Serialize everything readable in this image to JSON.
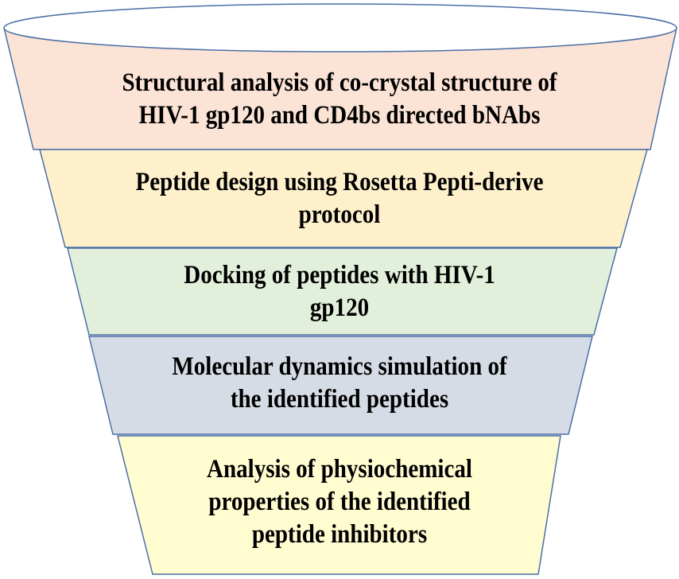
{
  "diagram": {
    "type": "funnel",
    "rim_fill": "#ffffff",
    "outline_color": "#4a6fa5",
    "stages": [
      {
        "lines": [
          "Structural analysis of co-crystal structure of",
          "HIV-1 gp120 and CD4bs directed bNAbs"
        ],
        "fill": "#fbe3d6"
      },
      {
        "lines": [
          "Peptide design using Rosetta Pepti-derive",
          "protocol"
        ],
        "fill": "#fff0cc"
      },
      {
        "lines": [
          "Docking of peptides with HIV-1",
          "gp120"
        ],
        "fill": "#e2efda"
      },
      {
        "lines": [
          "Molecular dynamics simulation of",
          "the identified peptides"
        ],
        "fill": "#d6dce5"
      },
      {
        "lines": [
          "Analysis of physiochemical",
          "properties of the identified",
          "peptide inhibitors"
        ],
        "fill": "#fffcd0"
      }
    ]
  }
}
